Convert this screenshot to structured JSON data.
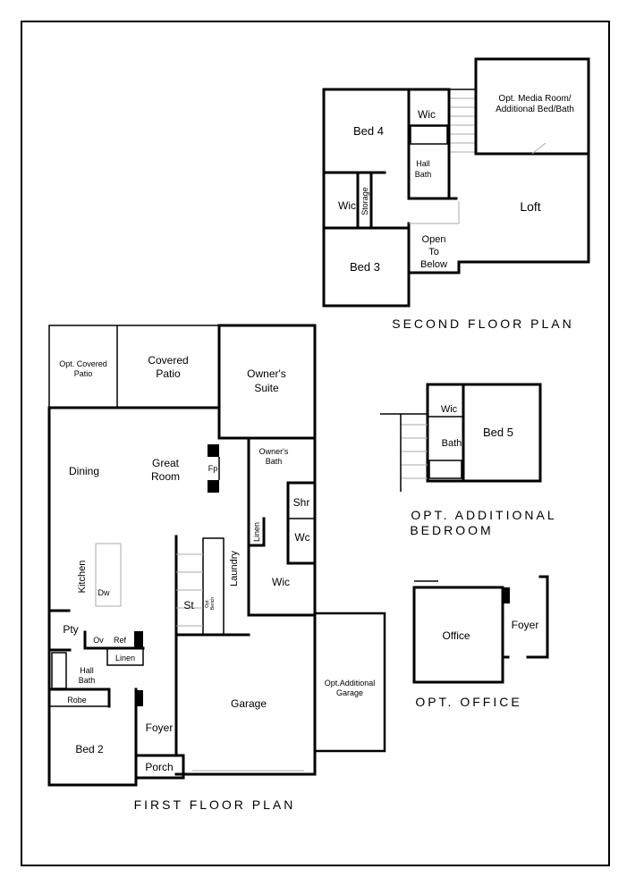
{
  "second_floor": {
    "title": "SECOND FLOOR PLAN",
    "rooms": {
      "bed4": "Bed 4",
      "wic_a": "Wic",
      "hall_bath_1": "Hall",
      "hall_bath_2": "Bath",
      "media_1": "Opt. Media Room/",
      "media_2": "Additional Bed/Bath",
      "wic_b": "Wic",
      "storage": "Storage",
      "loft": "Loft",
      "open_1": "Open",
      "open_2": "To",
      "open_3": "Below",
      "bed3": "Bed 3"
    }
  },
  "first_floor": {
    "title": "FIRST FLOOR PLAN",
    "rooms": {
      "opt_patio_1": "Opt. Covered",
      "opt_patio_2": "Patio",
      "patio_1": "Covered",
      "patio_2": "Patio",
      "suite_1": "Owner's",
      "suite_2": "Suite",
      "dining": "Dining",
      "great_1": "Great",
      "great_2": "Room",
      "fp": "Fp",
      "obath_1": "Owner's",
      "obath_2": "Bath",
      "shr": "Shr",
      "wc": "Wc",
      "linen_a": "Linen",
      "kitchen": "Kitchen",
      "dw": "Dw",
      "laundry": "Laundry",
      "wic": "Wic",
      "st": "St",
      "bench_1": "Opt.",
      "bench_2": "Bench",
      "pty": "Pty",
      "ov": "Ov",
      "ref": "Ref",
      "linen_b": "Linen",
      "hall_bath_1": "Hall",
      "hall_bath_2": "Bath",
      "robe": "Robe",
      "bed2": "Bed 2",
      "foyer": "Foyer",
      "porch": "Porch",
      "garage": "Garage",
      "opt_garage_1": "Opt.Additional",
      "opt_garage_2": "Garage"
    }
  },
  "opt_bedroom": {
    "title_1": "OPT. ADDITIONAL",
    "title_2": "BEDROOM",
    "rooms": {
      "wic": "Wic",
      "bath": "Bath",
      "bed5": "Bed 5"
    }
  },
  "opt_office": {
    "title": "OPT. OFFICE",
    "rooms": {
      "office": "Office",
      "foyer": "Foyer"
    }
  }
}
